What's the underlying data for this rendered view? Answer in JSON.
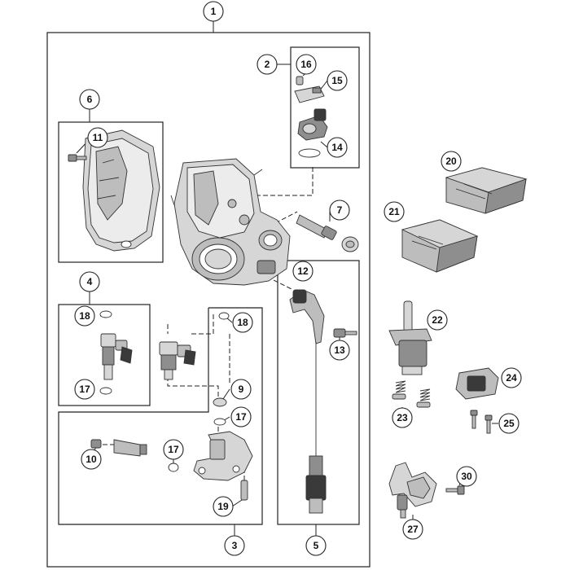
{
  "diagram": {
    "callouts": [
      {
        "id": "c1",
        "label": "1"
      },
      {
        "id": "c2",
        "label": "2"
      },
      {
        "id": "c3",
        "label": "3"
      },
      {
        "id": "c4",
        "label": "4"
      },
      {
        "id": "c5",
        "label": "5"
      },
      {
        "id": "c6",
        "label": "6"
      },
      {
        "id": "c7",
        "label": "7"
      },
      {
        "id": "c9",
        "label": "9"
      },
      {
        "id": "c10",
        "label": "10"
      },
      {
        "id": "c11",
        "label": "11"
      },
      {
        "id": "c12",
        "label": "12"
      },
      {
        "id": "c13",
        "label": "13"
      },
      {
        "id": "c14",
        "label": "14"
      },
      {
        "id": "c15",
        "label": "15"
      },
      {
        "id": "c16",
        "label": "16"
      },
      {
        "id": "c17a",
        "label": "17"
      },
      {
        "id": "c17b",
        "label": "17"
      },
      {
        "id": "c17c",
        "label": "17"
      },
      {
        "id": "c18a",
        "label": "18"
      },
      {
        "id": "c18b",
        "label": "18"
      },
      {
        "id": "c19",
        "label": "19"
      },
      {
        "id": "c20",
        "label": "20"
      },
      {
        "id": "c21",
        "label": "21"
      },
      {
        "id": "c22",
        "label": "22"
      },
      {
        "id": "c23",
        "label": "23"
      },
      {
        "id": "c24",
        "label": "24"
      },
      {
        "id": "c25",
        "label": "25"
      },
      {
        "id": "c27",
        "label": "27"
      },
      {
        "id": "c30",
        "label": "30"
      }
    ]
  }
}
